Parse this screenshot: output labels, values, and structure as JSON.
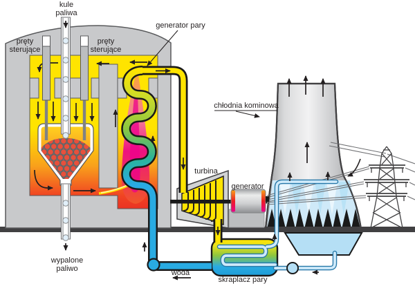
{
  "labels": {
    "fuel_in": {
      "line1": "kule",
      "line2": "paliwa"
    },
    "rods_left": {
      "line1": "pręty",
      "line2": "sterujące"
    },
    "rods_right": {
      "line1": "pręty",
      "line2": "sterujące"
    },
    "steam_generator": "generator pary",
    "cooling_tower": "chłodnia kominowa",
    "turbine": "turbina",
    "generator": "generator",
    "spent_fuel": {
      "line1": "wypalone",
      "line2": "paliwo"
    },
    "water": "woda",
    "condenser": "skraplacz pary"
  },
  "colors": {
    "hot_gas_yellow": "#ffe400",
    "hot_orange": "#f7941d",
    "hot_red": "#f04223",
    "flame_magenta": "#ec008c",
    "water_blue": "#29abe2",
    "cooling_pale_blue": "#cfeafa",
    "basin_blue": "#b5dff5",
    "coil_green": "#8dc63f",
    "structure_gray": "#c8c9cb",
    "ground_dark": "#414042",
    "fuel_pebble_red": "#e8503c",
    "text_dark": "#231f20"
  }
}
